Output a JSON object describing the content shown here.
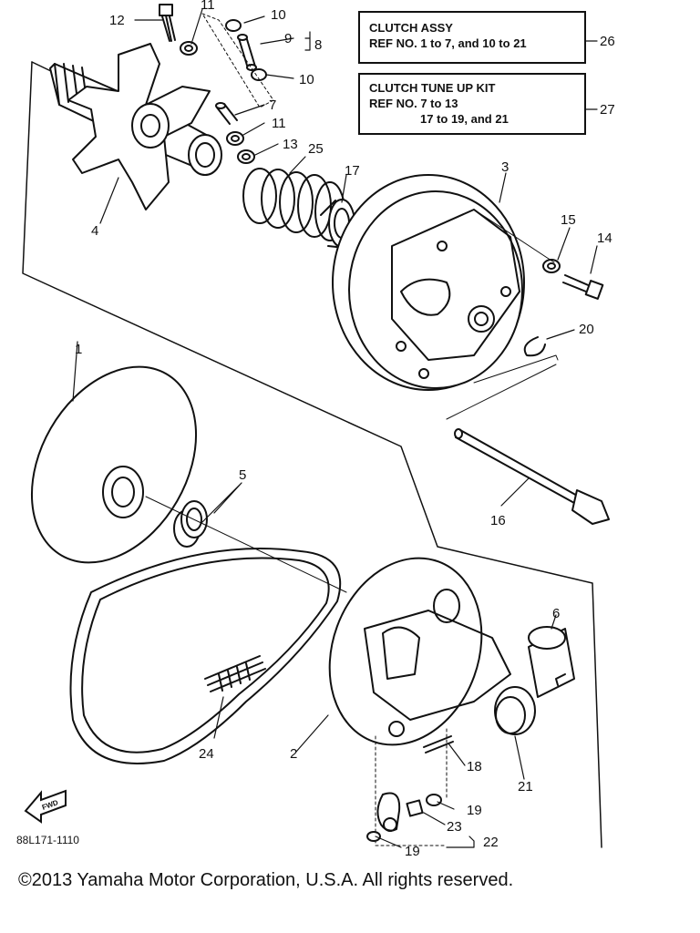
{
  "callout_boxes": {
    "clutch_assy": {
      "title": "CLUTCH ASSY",
      "line2": "REF NO. 1 to 7, and 10 to 21",
      "ref": "26"
    },
    "tune_up_kit": {
      "title": "CLUTCH TUNE UP KIT",
      "line2": "REF NO. 7 to 13",
      "line3": "17 to 19, and 21",
      "ref": "27"
    }
  },
  "part_labels": [
    "1",
    "2",
    "3",
    "4",
    "5",
    "6",
    "7",
    "8",
    "9",
    "10",
    "10",
    "11",
    "11",
    "12",
    "13",
    "14",
    "15",
    "16",
    "17",
    "18",
    "19",
    "19",
    "20",
    "21",
    "22",
    "23",
    "24",
    "25"
  ],
  "fwd_label": "FWD",
  "drawing_number": "88L171-1110",
  "copyright": "©2013 Yamaha Motor Corporation, U.S.A. All rights reserved."
}
